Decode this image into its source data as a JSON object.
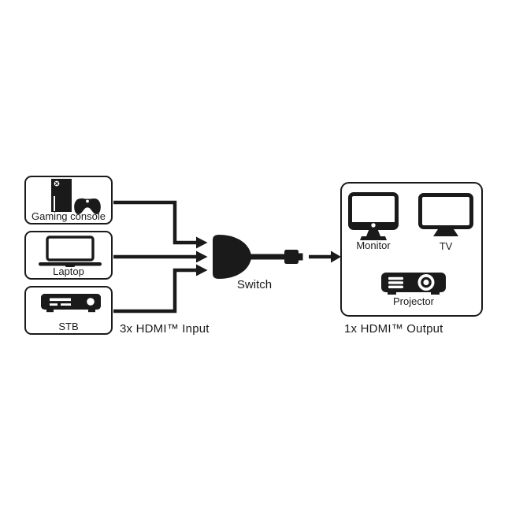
{
  "page": {
    "background": "#ffffff",
    "ink": "#1a1a1a"
  },
  "inputs": [
    {
      "label": "Gaming console",
      "icon": "gaming-console-icon"
    },
    {
      "label": "Laptop",
      "icon": "laptop-icon"
    },
    {
      "label": "STB",
      "icon": "stb-icon"
    }
  ],
  "hub": {
    "label": "Switch"
  },
  "captions": {
    "input": "3x HDMI™ Input",
    "output": "1x HDMI™ Output"
  },
  "outputs": [
    {
      "label": "Monitor",
      "icon": "monitor-icon"
    },
    {
      "label": "TV",
      "icon": "tv-icon"
    },
    {
      "label": "Projector",
      "icon": "projector-icon"
    }
  ]
}
